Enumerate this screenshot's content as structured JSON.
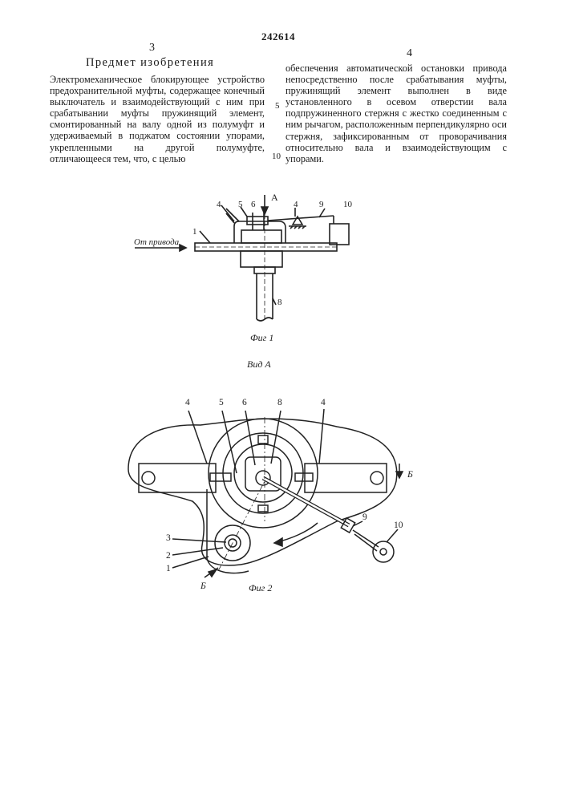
{
  "header": {
    "patent_number": "242614",
    "left_column_number": "3",
    "right_column_number": "4"
  },
  "claim": {
    "heading": "Предмет изобретения",
    "left_text": "Электромеханическое блокирующее устройство предохранительной муфты, содержащее конечный выключатель и взаимодействующий с ним при срабатывании муфты пружинящий элемент, смонтированный на валу одной из полумуфт и удерживаемый в поджатом состоянии упорами, укрепленными на другой полумуфте, отличающееся тем, что, с целью",
    "right_text": "обеспечения автоматической остановки привода непосредственно после срабатывания муфты, пружинящий элемент выполнен в виде установленного в осевом отверстии вала подпружиненного стержня с жестко соединенным с ним рычагом, расположенным перпендикулярно оси стержня, зафиксированным от проворачивания относительно вала и взаимодействующим с упорами.",
    "line_marker_5": "5",
    "line_marker_10": "10"
  },
  "figure1": {
    "caption": "Фиг 1",
    "drive_label": "От привода",
    "view_arrow_label": "А",
    "part_labels": [
      "1",
      "4",
      "5",
      "6",
      "4",
      "9",
      "10",
      "8"
    ]
  },
  "figure2": {
    "view_title": "Вид А",
    "caption": "Фиг 2",
    "section_label": "Б",
    "part_labels": [
      "4",
      "5",
      "6",
      "8",
      "4",
      "3",
      "2",
      "1",
      "9",
      "10"
    ]
  }
}
